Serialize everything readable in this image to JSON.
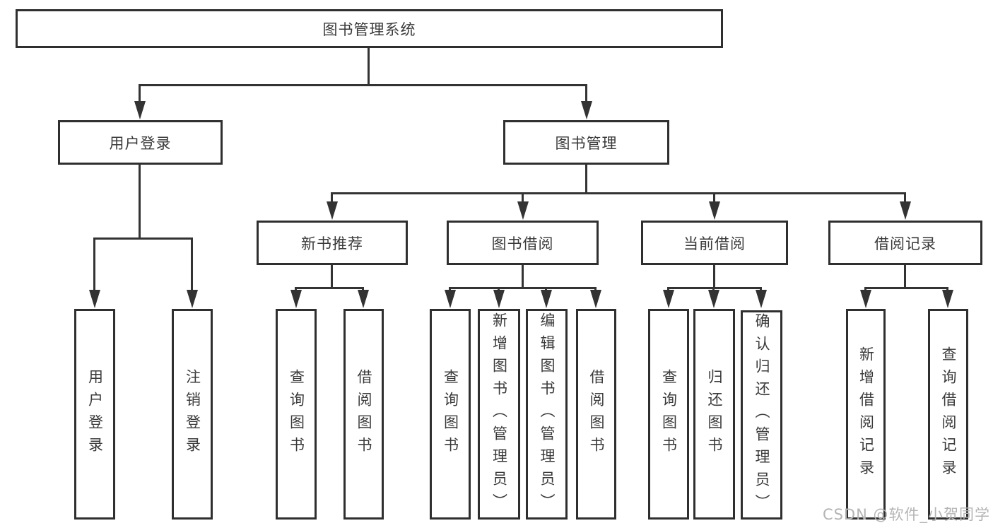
{
  "diagram": {
    "root": {
      "label": "图书管理系统"
    },
    "user_login": {
      "label": "用户登录",
      "children": [
        {
          "label": "用户登录"
        },
        {
          "label": "注销登录"
        }
      ]
    },
    "book_management": {
      "label": "图书管理"
    },
    "new_book_recommend": {
      "label": "新书推荐",
      "children": [
        {
          "label": "查询图书"
        },
        {
          "label": "借阅图书"
        }
      ]
    },
    "book_borrow": {
      "label": "图书借阅",
      "children": [
        {
          "label": "查询图书"
        },
        {
          "label": "新增图书（管理员）"
        },
        {
          "label": "编辑图书（管理员）"
        },
        {
          "label": "借阅图书"
        }
      ]
    },
    "current_borrow": {
      "label": "当前借阅",
      "children": [
        {
          "label": "查询图书"
        },
        {
          "label": "归还图书"
        },
        {
          "label": "确认归还（管理员）"
        }
      ]
    },
    "borrow_records": {
      "label": "借阅记录",
      "children": [
        {
          "label": "新增借阅记录"
        },
        {
          "label": "查询借阅记录"
        }
      ]
    }
  },
  "watermark": "CSDN @软件_小贺同学",
  "colors": {
    "line": "#333333",
    "border": "#2f2f2f",
    "text": "#3a3a3a",
    "background": "#ffffff",
    "watermark": "#b4b4b4"
  }
}
